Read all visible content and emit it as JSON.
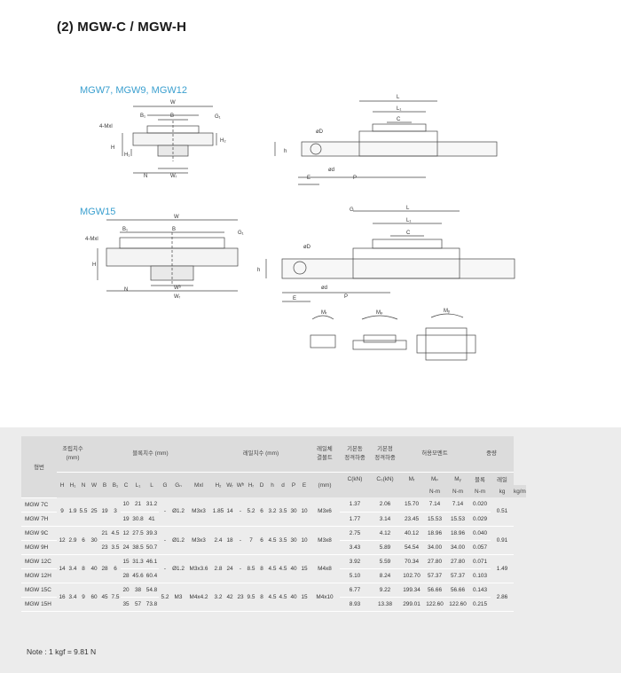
{
  "title": "(2) MGW-C / MGW-H",
  "subtitles": {
    "small": "MGW7, MGW9, MGW12",
    "large": "MGW15"
  },
  "dim_labels": {
    "W": "W",
    "B": "B",
    "B1": "B₁",
    "C": "C",
    "G1": "G₁",
    "M": "4-Mxl",
    "H": "H",
    "H1": "H₁",
    "H2": "H₂",
    "h": "h",
    "N": "N",
    "WR": "Wᵣ",
    "WB": "Wᵇ",
    "L": "L",
    "L1": "L₁",
    "D": "øD",
    "d": "ød",
    "E": "E",
    "P": "P",
    "G": "G",
    "MR": "Mᵣ",
    "MP": "Mₚ",
    "MY": "Mᵧ"
  },
  "table": {
    "head": {
      "model": "형번",
      "assembly": "조립치수\n(mm)",
      "block": "블록치수 (mm)",
      "rail": "레일치수 (mm)",
      "bolt": "레일체\n결볼트",
      "dynamic": "기본동\n정격하중",
      "static": "기본정\n정격하중",
      "moment": "허용모멘트",
      "weight": "중량",
      "cols": [
        "H",
        "H₁",
        "N",
        "W",
        "B",
        "B₁",
        "C",
        "L₁",
        "L",
        "G",
        "Gₙ",
        "Mxl",
        "H₂",
        "Wᵣ",
        "Wᵇ",
        "Hᵣ",
        "D",
        "h",
        "d",
        "P",
        "E",
        "(mm)",
        "C(kN)",
        "C₀(kN)",
        "Mᵣ",
        "Mₚ",
        "Mᵧ",
        "블록",
        "레일"
      ],
      "units": [
        "N-m",
        "N-m",
        "N-m",
        "kg",
        "kg/m"
      ]
    },
    "rows": [
      [
        "MGW 7C",
        "9",
        "1.9",
        "5.5",
        "25",
        "19",
        "3",
        "10",
        "21",
        "31.2",
        "-",
        "Ø1.2",
        "M3x3",
        "1.85",
        "14",
        "-",
        "5.2",
        "6",
        "3.2",
        "3.5",
        "30",
        "10",
        "M3x6",
        "1.37",
        "2.06",
        "15.70",
        "7.14",
        "7.14",
        "0.020",
        "0.51"
      ],
      [
        "MGW 7H",
        "",
        "",
        "",
        "",
        "",
        "",
        "19",
        "30.8",
        "41",
        "",
        "",
        "",
        "",
        "",
        "",
        "",
        "",
        "",
        "",
        "",
        "",
        "",
        "1.77",
        "3.14",
        "23.45",
        "15.53",
        "15.53",
        "0.029",
        ""
      ],
      [
        "MGW 9C",
        "12",
        "2.9",
        "6",
        "30",
        "21",
        "4.5",
        "12",
        "27.5",
        "39.3",
        "-",
        "Ø1.2",
        "M3x3",
        "2.4",
        "18",
        "-",
        "7",
        "6",
        "4.5",
        "3.5",
        "30",
        "10",
        "M3x8",
        "2.75",
        "4.12",
        "40.12",
        "18.96",
        "18.96",
        "0.040",
        "0.91"
      ],
      [
        "MGW 9H",
        "",
        "",
        "",
        "",
        "23",
        "3.5",
        "24",
        "38.5",
        "50.7",
        "",
        "",
        "",
        "",
        "",
        "",
        "",
        "",
        "",
        "",
        "",
        "",
        "",
        "3.43",
        "5.89",
        "54.54",
        "34.00",
        "34.00",
        "0.057",
        ""
      ],
      [
        "MGW 12C",
        "14",
        "3.4",
        "8",
        "40",
        "28",
        "6",
        "15",
        "31.3",
        "46.1",
        "-",
        "Ø1.2",
        "M3x3.6",
        "2.8",
        "24",
        "-",
        "8.5",
        "8",
        "4.5",
        "4.5",
        "40",
        "15",
        "M4x8",
        "3.92",
        "5.59",
        "70.34",
        "27.80",
        "27.80",
        "0.071",
        "1.49"
      ],
      [
        "MGW 12H",
        "",
        "",
        "",
        "",
        "",
        "",
        "28",
        "45.6",
        "60.4",
        "",
        "",
        "",
        "",
        "",
        "",
        "",
        "",
        "",
        "",
        "",
        "",
        "",
        "5.10",
        "8.24",
        "102.70",
        "57.37",
        "57.37",
        "0.103",
        ""
      ],
      [
        "MGW 15C",
        "16",
        "3.4",
        "9",
        "60",
        "45",
        "7.5",
        "20",
        "38",
        "54.8",
        "5.2",
        "M3",
        "M4x4.2",
        "3.2",
        "42",
        "23",
        "9.5",
        "8",
        "4.5",
        "4.5",
        "40",
        "15",
        "M4x10",
        "6.77",
        "9.22",
        "199.34",
        "56.66",
        "56.66",
        "0.143",
        "2.86"
      ],
      [
        "MGW 15H",
        "",
        "",
        "",
        "",
        "",
        "",
        "35",
        "57",
        "73.8",
        "",
        "",
        "",
        "",
        "",
        "",
        "",
        "",
        "",
        "",
        "",
        "",
        "",
        "8.93",
        "13.38",
        "299.01",
        "122.60",
        "122.60",
        "0.215",
        ""
      ]
    ]
  },
  "note": "Note : 1 kgf = 9.81 N"
}
